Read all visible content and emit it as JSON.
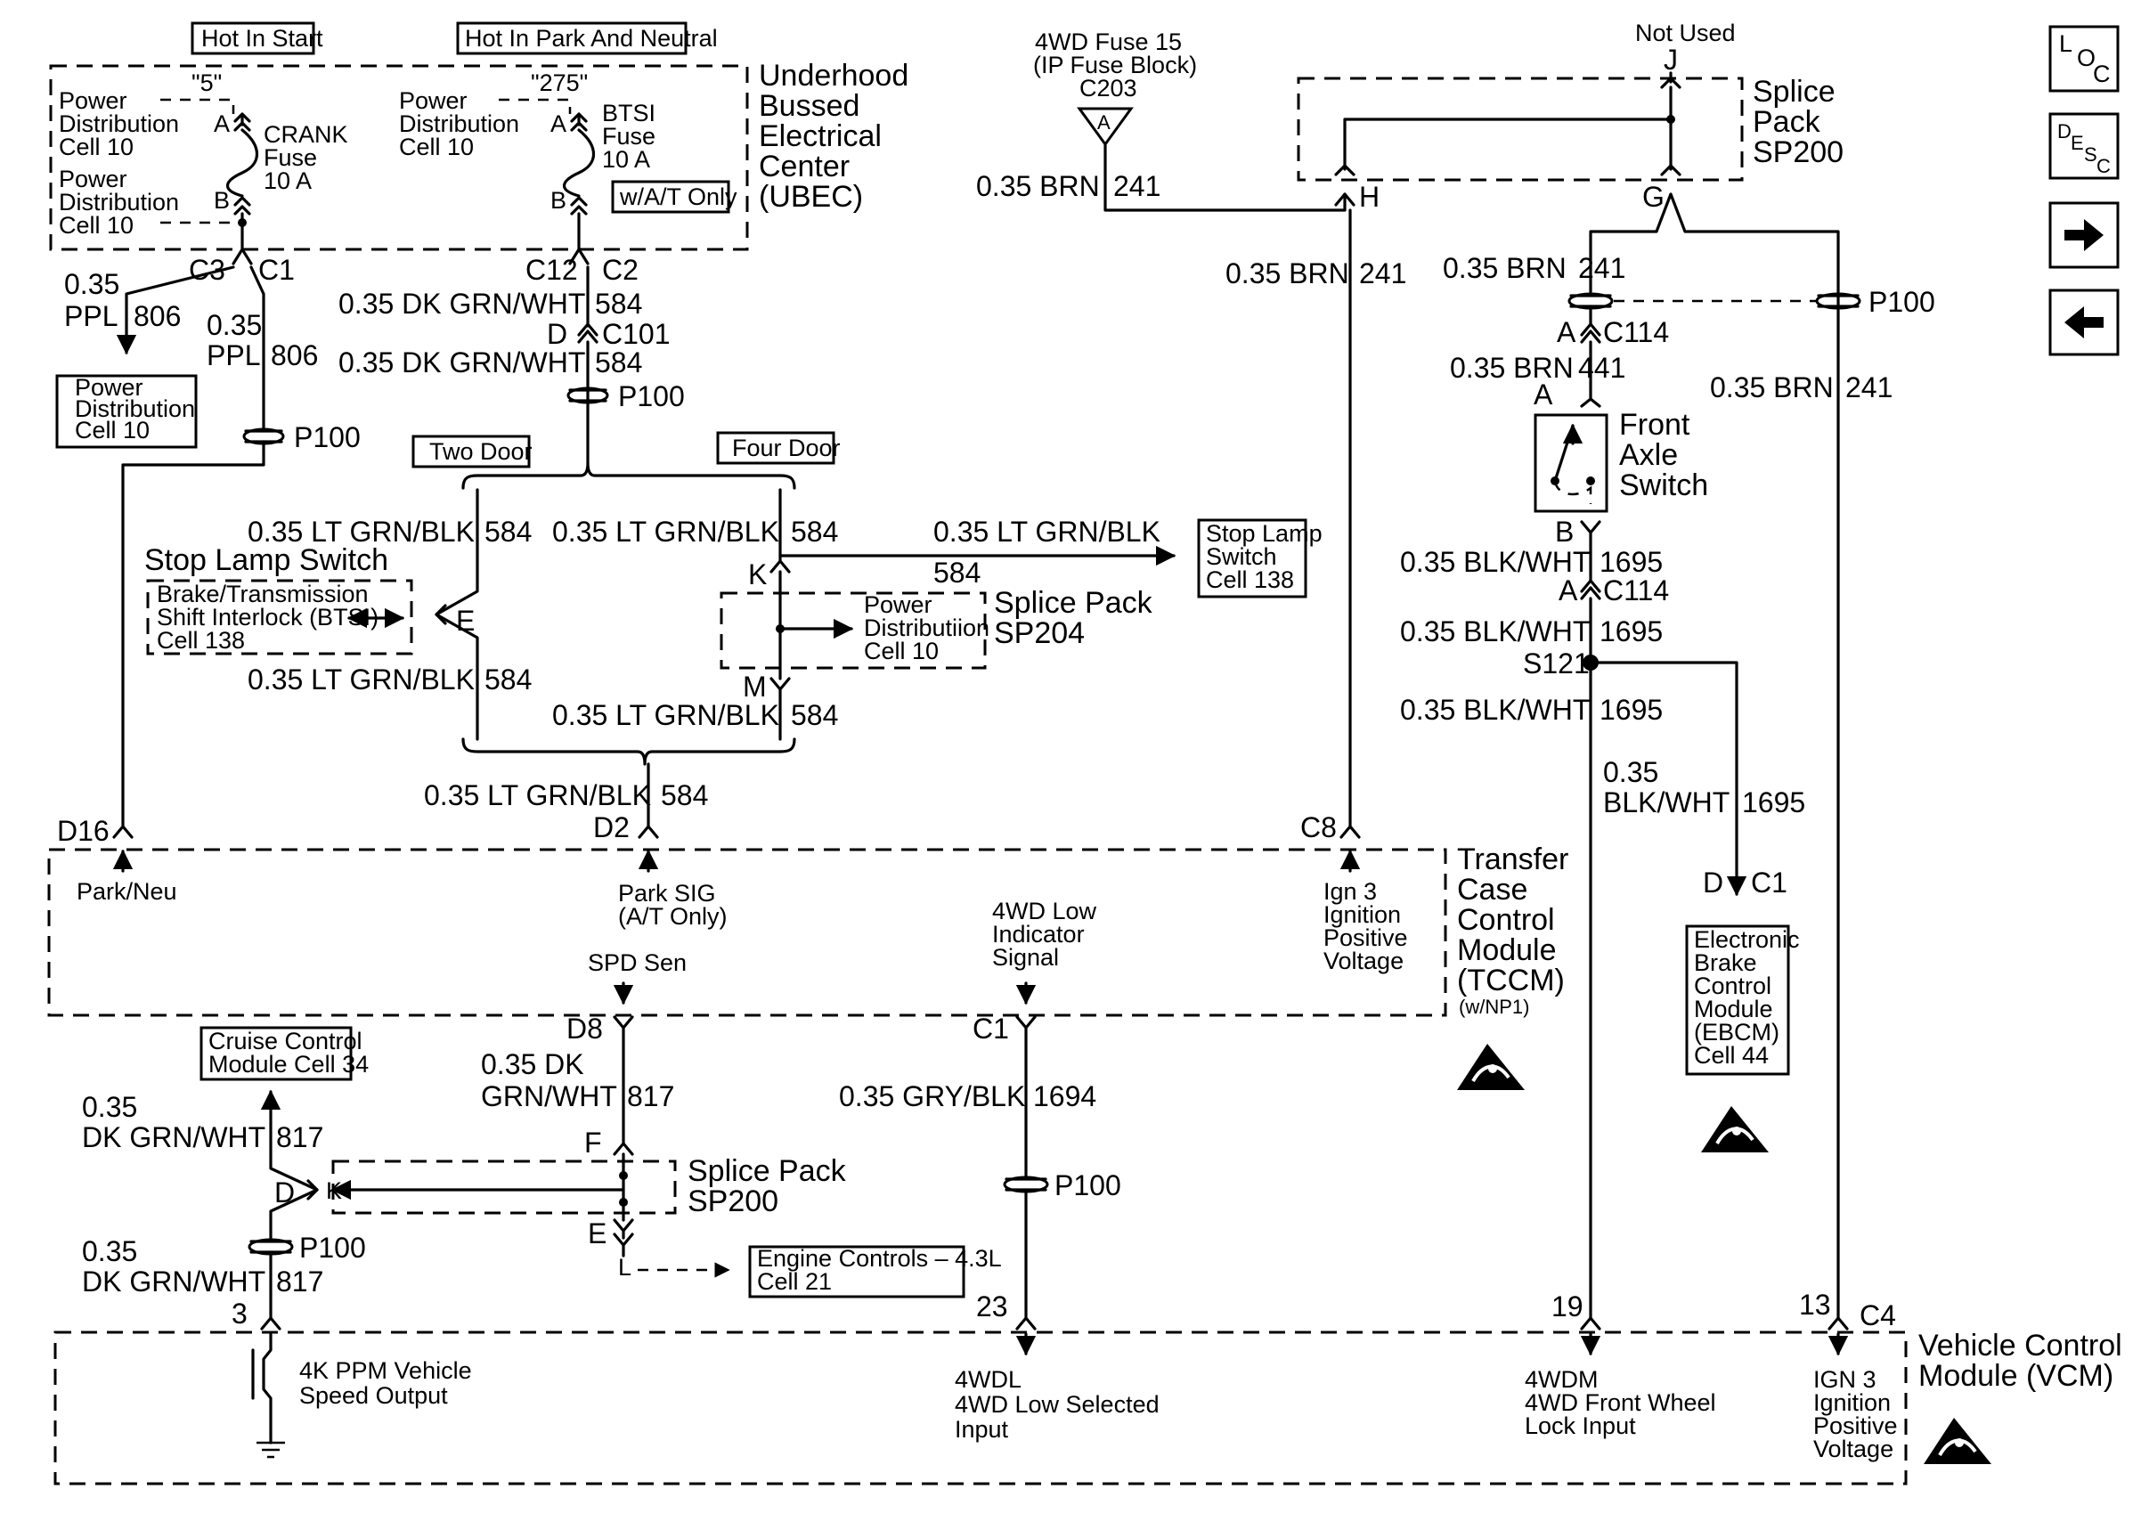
{
  "nav_icons": [
    "LOC",
    "DESC",
    "→",
    "←"
  ],
  "ubec": {
    "hot_start": "Hot In Start",
    "hot_park": "Hot In Park And Neutral",
    "title": [
      "Underhood",
      "Bussed",
      "Electrical",
      "Center",
      "(UBEC)"
    ],
    "pd_a": [
      "Power",
      "Distribution",
      "Cell 10"
    ],
    "pd_b": [
      "Power",
      "Distribution",
      "Cell 10"
    ],
    "pd_c": [
      "Power",
      "Distribution",
      "Cell 10"
    ],
    "q5": "\"5\"",
    "q275": "\"275\"",
    "crank": [
      "CRANK",
      "Fuse",
      "10 A"
    ],
    "btsi": [
      "BTSI",
      "Fuse",
      "10 A"
    ],
    "wat": "w/A/T Only",
    "a": "A",
    "b": "B"
  },
  "left": {
    "c3": "C3",
    "c1": "C1",
    "w035": "0.35",
    "ppl": "PPL",
    "n806": "806",
    "pdbox": [
      "Power",
      "Distribution",
      "Cell 10"
    ],
    "p100": "P100",
    "d16": "D16"
  },
  "mid": {
    "c12": "C12",
    "c2": "C2",
    "dkgrn": "0.35 DK GRN/WHT",
    "n584": "584",
    "d": "D",
    "c101": "C101",
    "p100": "P100",
    "two_door": "Two Door",
    "four_door": "Four Door",
    "ltgrn": "0.35 LT GRN/BLK",
    "sls": "Stop Lamp Switch",
    "btsi_box": [
      "Brake/Transmission",
      "Shift Interlock (BTSI)",
      "Cell 138"
    ],
    "e": "E",
    "k": "K",
    "m": "M",
    "sp204": [
      "Splice Pack",
      "SP204"
    ],
    "pd204": [
      "Power",
      "Distributiion",
      "Cell 10"
    ],
    "slsbox": [
      "Stop Lamp",
      "Switch",
      "Cell 138"
    ],
    "d2": "D2"
  },
  "right": {
    "fuse": [
      "4WD Fuse 15",
      "(IP Fuse Block)",
      "C203"
    ],
    "a": "A",
    "brn": "0.35 BRN",
    "n241": "241",
    "n441": "441",
    "not_used": "Not Used",
    "j": "J",
    "h": "H",
    "g": "G",
    "sp200": [
      "Splice",
      "Pack",
      "SP200"
    ],
    "p100": "P100",
    "c114": "C114",
    "fas": [
      "Front",
      "Axle",
      "Switch"
    ],
    "b": "B",
    "blkwht": "0.35 BLK/WHT",
    "n1695": "1695",
    "s121": "S121",
    "w035": "0.35",
    "blkwht2": "BLK/WHT",
    "d": "D",
    "c1": "C1",
    "c8": "C8",
    "ebcm": [
      "Electronic",
      "Brake",
      "Control",
      "Module",
      "(EBCM)",
      "Cell 44"
    ]
  },
  "tccm": {
    "title": [
      "Transfer",
      "Case",
      "Control",
      "Module",
      "(TCCM)",
      "(w/NP1)"
    ],
    "park_neu": "Park/Neu",
    "park_sig": [
      "Park SIG",
      "(A/T Only)"
    ],
    "spd_sen": "SPD Sen",
    "low_ind": [
      "4WD Low",
      "Indicator",
      "Signal"
    ],
    "ign3": [
      "Ign 3",
      "Ignition",
      "Positive",
      "Voltage"
    ]
  },
  "bottom": {
    "cruise": [
      "Cruise Control",
      "Module Cell 34"
    ],
    "w035": "0.35",
    "dkgrn": "DK GRN/WHT",
    "n817": "817",
    "d": "D",
    "k": "K",
    "p100": "P100",
    "n3": "3",
    "d8": "D8",
    "dkgrn_a": "0.35 DK",
    "dkgrn_b": "GRN/WHT",
    "f": "F",
    "e": "E",
    "l": "L",
    "sp200": [
      "Splice Pack",
      "SP200"
    ],
    "eng": [
      "Engine Controls – 4.3L",
      "Cell 21"
    ],
    "c1": "C1",
    "gry": "0.35 GRY/BLK",
    "n1694": "1694",
    "n23": "23",
    "n19": "19",
    "n13": "13",
    "c4": "C4"
  },
  "vcm": {
    "title": [
      "Vehicle Control",
      "Module (VCM)"
    ],
    "speed": [
      "4K PPM Vehicle",
      "Speed Output"
    ],
    "wdl": [
      "4WDL",
      "4WD Low Selected",
      "Input"
    ],
    "wdm": [
      "4WDM",
      "4WD Front Wheel",
      "Lock Input"
    ],
    "ign3": [
      "IGN 3",
      "Ignition",
      "Positive",
      "Voltage"
    ]
  }
}
